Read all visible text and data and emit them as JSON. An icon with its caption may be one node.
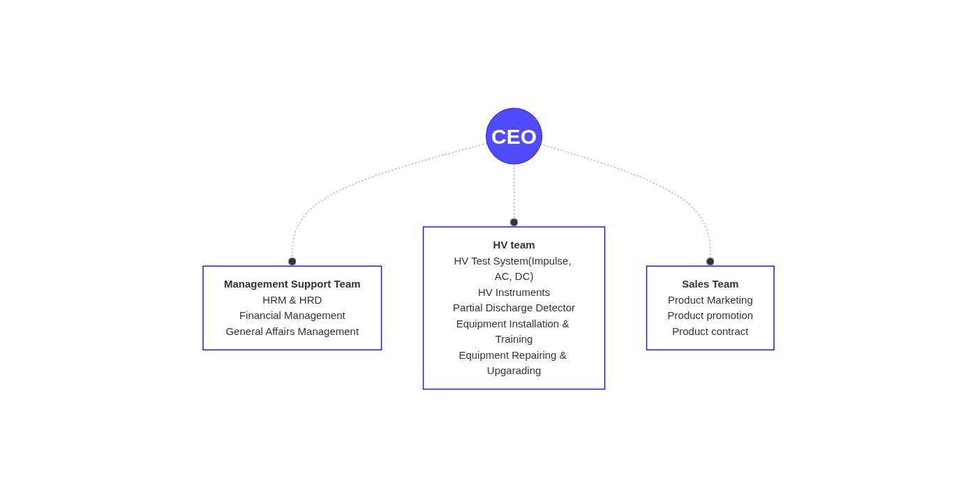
{
  "diagram": {
    "nodes": [
      {
        "text": [
          "CEO"
        ]
      },
      {
        "text": [
          "Management Support Team",
          "HRM & HRD",
          "Financial Management",
          "General Affairs Management"
        ]
      },
      {
        "text": [
          "HV team",
          "HV Test System(Impulse, AC, DC)",
          "HV Instruments",
          "Partial Discharge Detector",
          "Equipment Installation & Training",
          "Equipment Repairing & Upgarading"
        ]
      },
      {
        "text": [
          "Sales Team",
          "Product Marketing",
          "Product promotion",
          "Product contract"
        ]
      }
    ],
    "edges": [
      {
        "from": 0,
        "to": 1,
        "arrow": "other",
        "style": "dashed"
      },
      {
        "from": 0,
        "to": 2,
        "arrow": "other",
        "style": "dashed"
      },
      {
        "from": 0,
        "to": 3,
        "arrow": "other",
        "style": "dashed"
      }
    ]
  }
}
